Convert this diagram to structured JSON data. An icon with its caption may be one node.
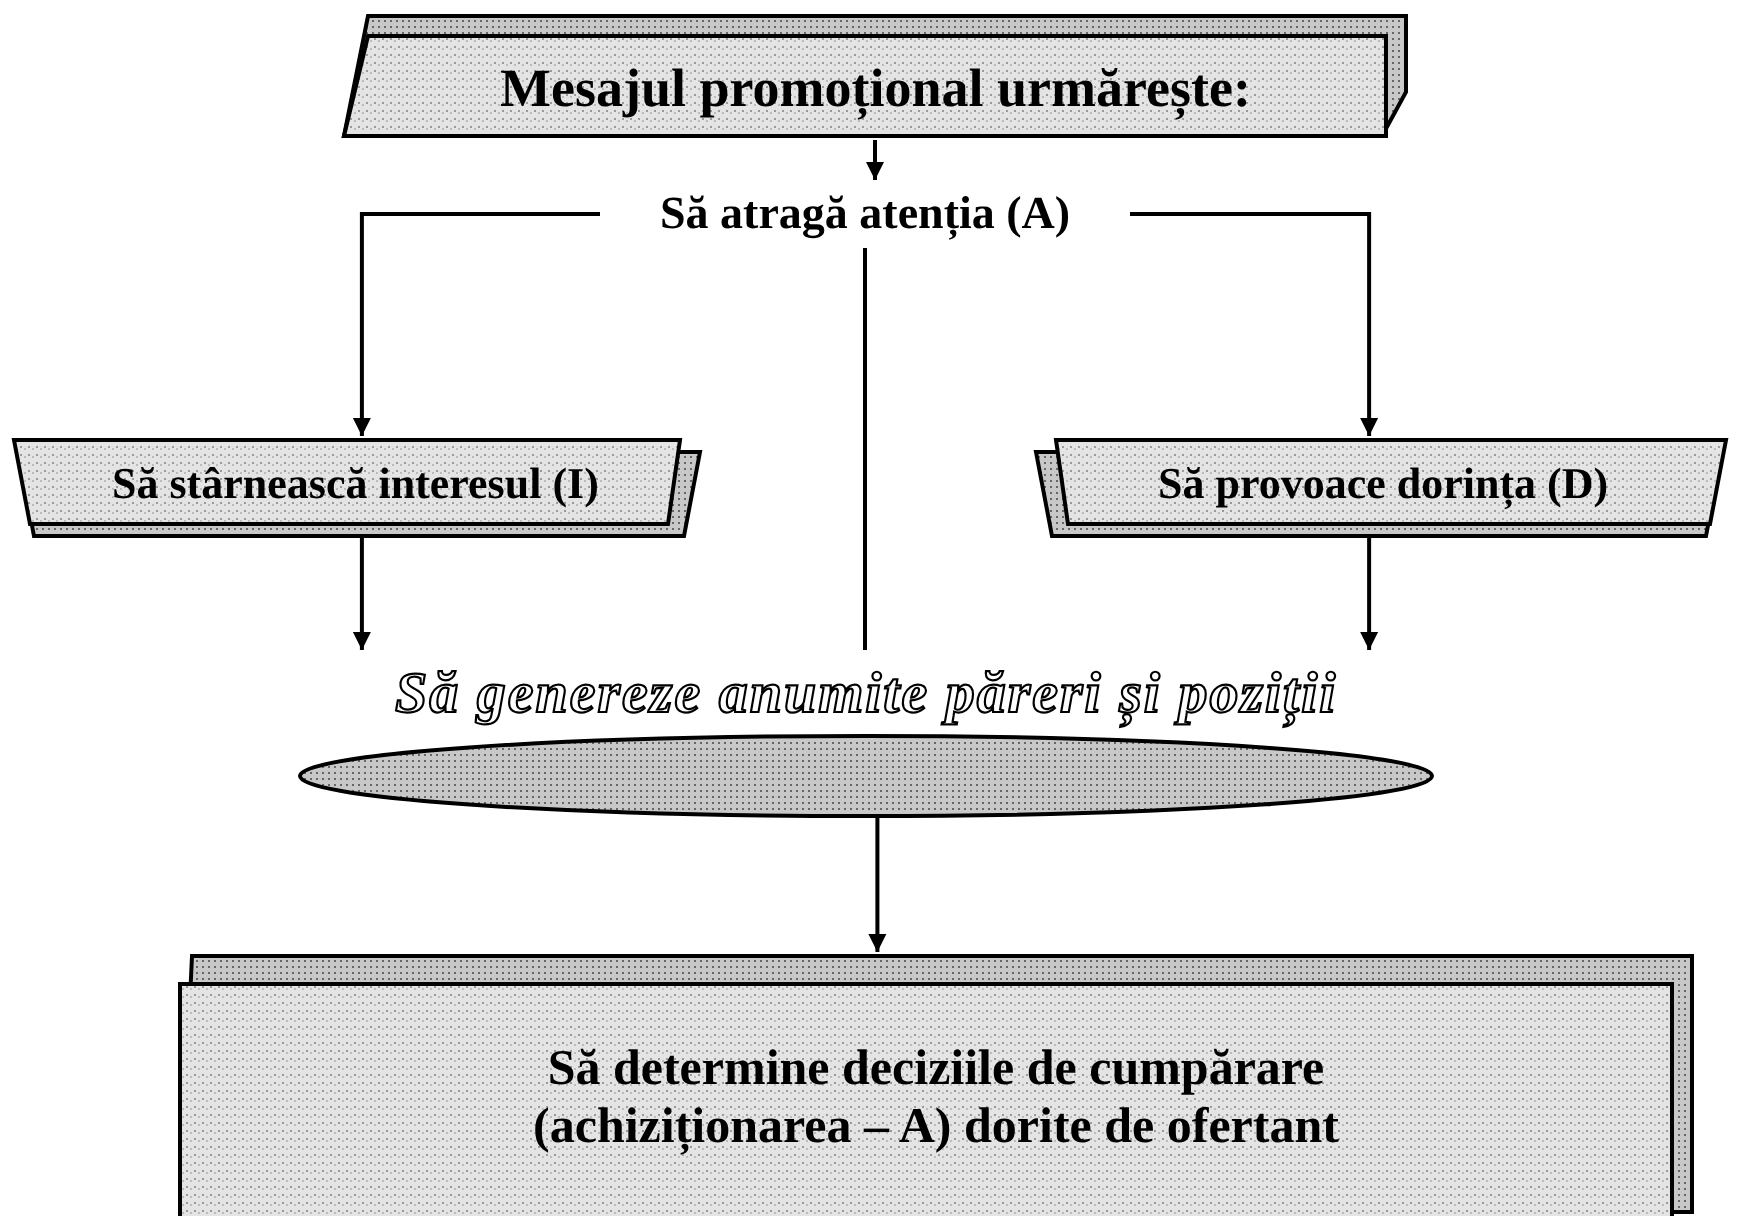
{
  "diagram": {
    "nodes": [
      {
        "text": [
          "Mesajul promoțional urmărește:"
        ]
      },
      {
        "text": [
          "Să atragă atenția (A)"
        ]
      },
      {
        "text": [
          "Să stârnească interesul (I)"
        ]
      },
      {
        "text": [
          "Să provoace dorința (D)"
        ]
      },
      {
        "text": [
          "Să genereze anumite păreri și poziții"
        ]
      },
      {
        "text": [
          "Să determine deciziile de cumpărare (achiziționarea – A) dorite de ofertant"
        ]
      }
    ],
    "edges": [
      {
        "from": 0,
        "to": 1,
        "arrow": "to"
      },
      {
        "from": 1,
        "to": 2,
        "arrow": "to"
      },
      {
        "from": 1,
        "to": 3,
        "arrow": "to"
      },
      {
        "from": 2,
        "to": 4,
        "arrow": "to"
      },
      {
        "from": 3,
        "to": 4,
        "arrow": "to"
      },
      {
        "from": 1,
        "to": 4,
        "arrow": "none"
      },
      {
        "from": 4,
        "to": 5,
        "arrow": "to"
      }
    ]
  }
}
